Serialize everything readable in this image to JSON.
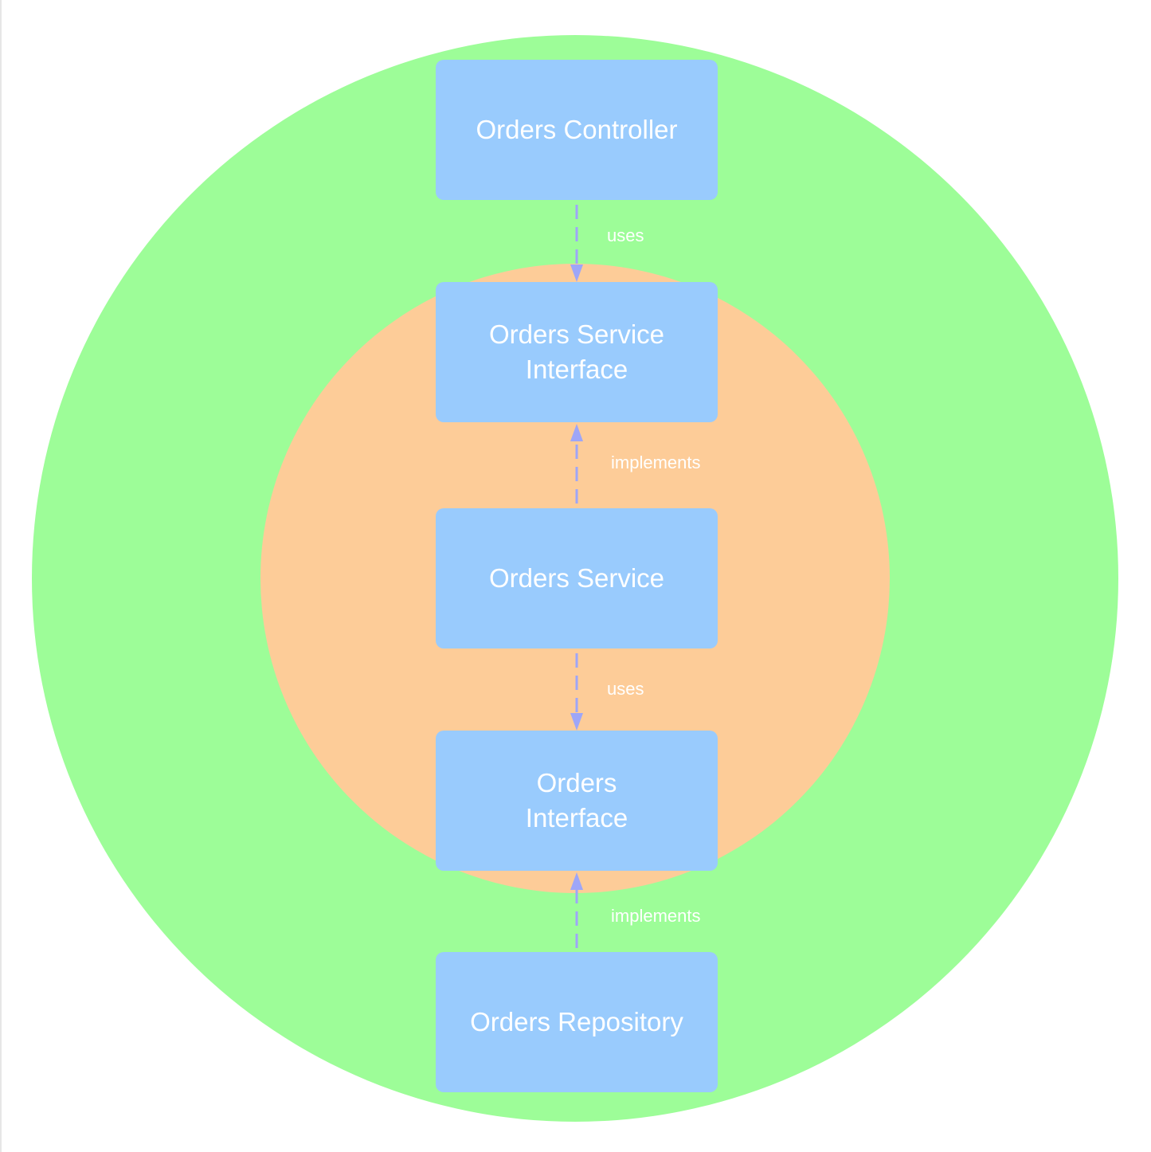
{
  "colors": {
    "outer_ring": "#9dfd98",
    "inner_ring": "#fdcc98",
    "node_fill": "#99cbfd",
    "arrow": "#9ea6f8",
    "label_text": "#ffffff"
  },
  "nodes": [
    {
      "id": "orders-controller",
      "label": "Orders Controller"
    },
    {
      "id": "orders-service-interface",
      "label": "Orders Service\nInterface"
    },
    {
      "id": "orders-service",
      "label": "Orders Service"
    },
    {
      "id": "orders-interface",
      "label": "Orders\nInterface"
    },
    {
      "id": "orders-repository",
      "label": "Orders Repository"
    }
  ],
  "edges": [
    {
      "from": "orders-controller",
      "to": "orders-service-interface",
      "label": "uses"
    },
    {
      "from": "orders-service",
      "to": "orders-service-interface",
      "label": "implements"
    },
    {
      "from": "orders-service",
      "to": "orders-interface",
      "label": "uses"
    },
    {
      "from": "orders-repository",
      "to": "orders-interface",
      "label": "implements"
    }
  ]
}
